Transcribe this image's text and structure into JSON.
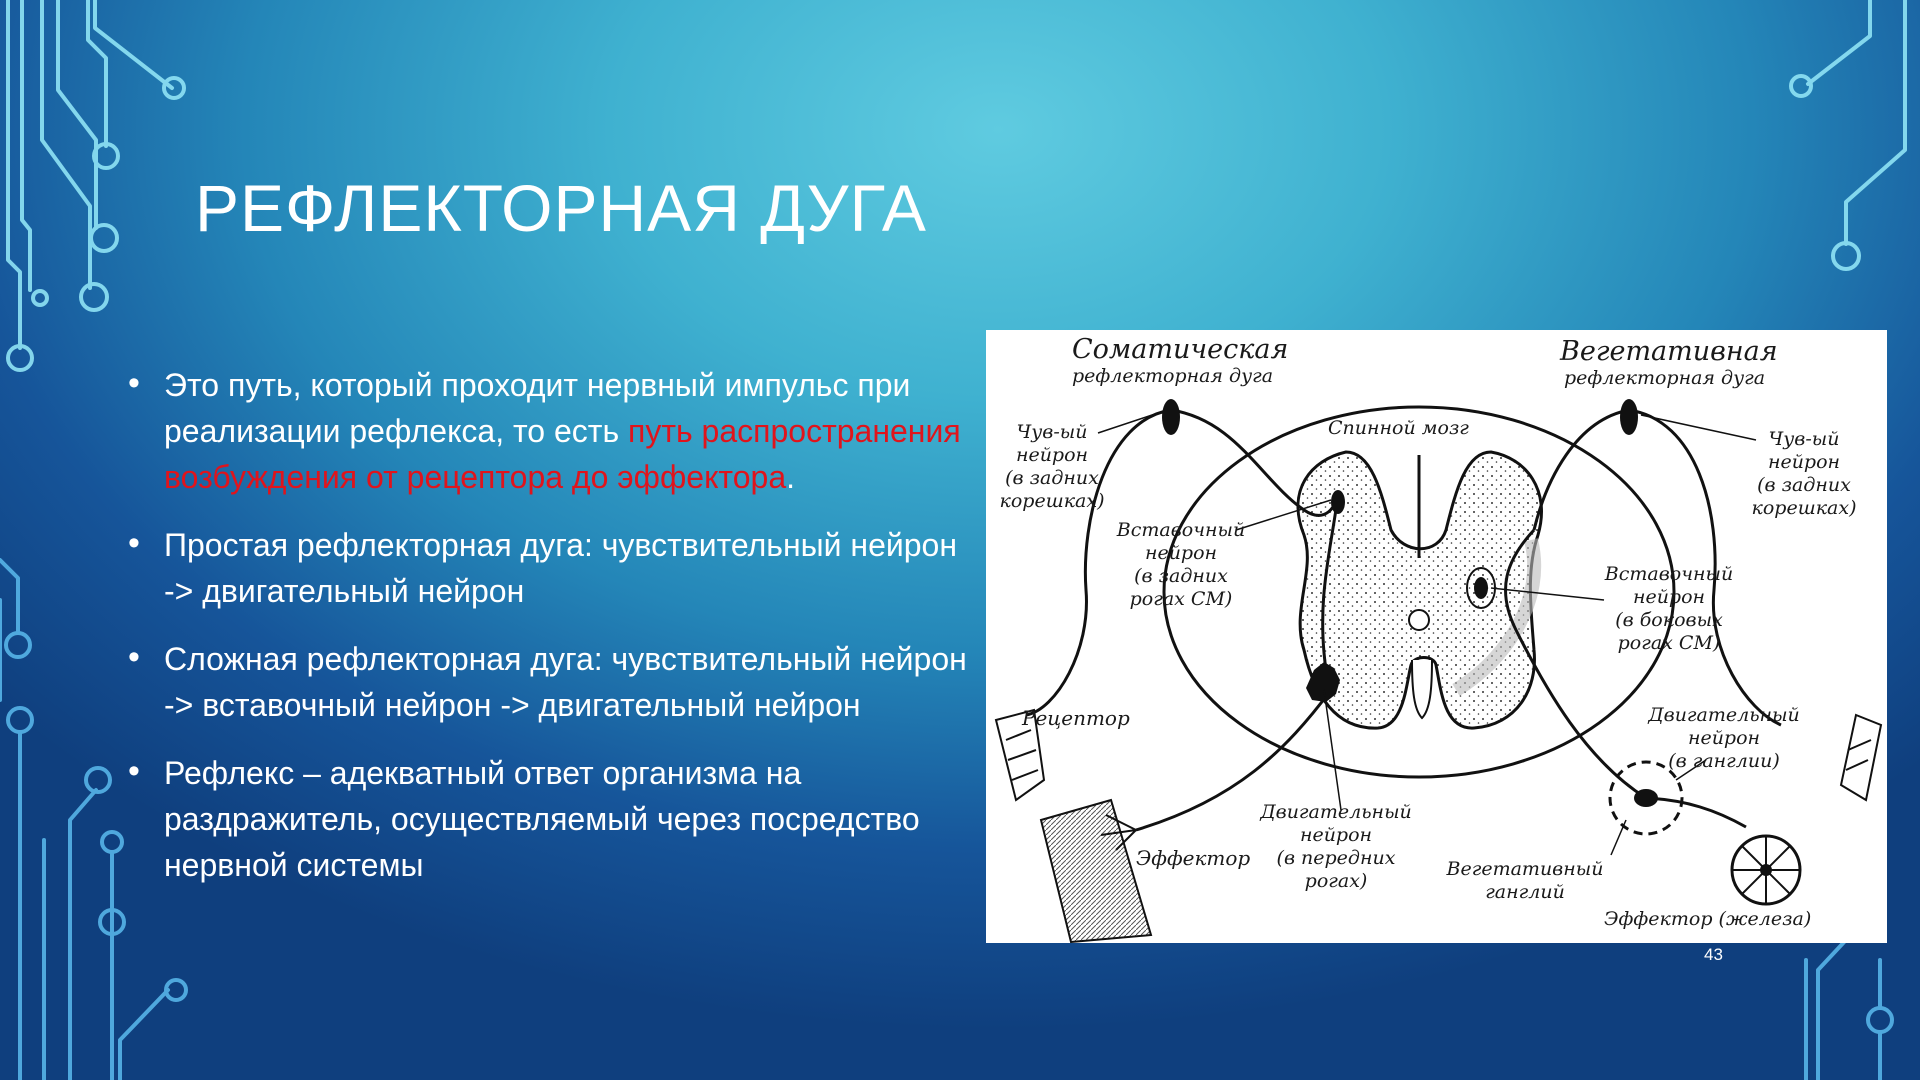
{
  "title": "РЕФЛЕКТОРНАЯ ДУГА",
  "bullets": [
    {
      "text": "Это путь, который проходит нервный импульс при реализации рефлекса, то есть ",
      "highlight": "путь распространения возбуждения от рецептора до эффектора",
      "tail": "."
    },
    {
      "text": "Простая рефлекторная дуга: чувствительный нейрон -> двигательный нейрон"
    },
    {
      "text": "Сложная рефлекторная дуга: чувствительный нейрон -> вставочный нейрон -> двигательный нейрон"
    },
    {
      "text": "Рефлекс – адекватный ответ организма на раздражитель, осуществляемый через посредство нервной системы"
    }
  ],
  "colors": {
    "highlight": "#e0141c",
    "title": "#ffffff",
    "background": "#2fa2cc"
  },
  "diagram": {
    "somatic_title": "Соматическая",
    "somatic_sub": "рефлекторная дуга",
    "vegetative_title": "Вегетативная",
    "vegetative_sub": "рефлекторная дуга",
    "spinal_cord": "Спинной мозг",
    "left_sensory": [
      "Чув-ый",
      "нейрон",
      "(в задних",
      "корешках)"
    ],
    "right_sensory": [
      "Чув-ый",
      "нейрон",
      "(в задних",
      "корешках)"
    ],
    "left_interneuron": [
      "Вставочный",
      "нейрон",
      "(в задних",
      "рогах СМ)"
    ],
    "right_interneuron": [
      "Вставочный",
      "нейрон",
      "(в боковых",
      "рогах СМ)"
    ],
    "receptor": "Рецептор",
    "effector_left": "Эффектор",
    "motor_neuron": [
      "Двигательный",
      "нейрон",
      "(в передних",
      "рогах)"
    ],
    "right_motor": [
      "Двигательный",
      "нейрон",
      "(в ганглии)"
    ],
    "ganglion": [
      "Вегетативный",
      "ганглий"
    ],
    "effector_gland": "Эффектор (железа)"
  },
  "page_number": "43"
}
